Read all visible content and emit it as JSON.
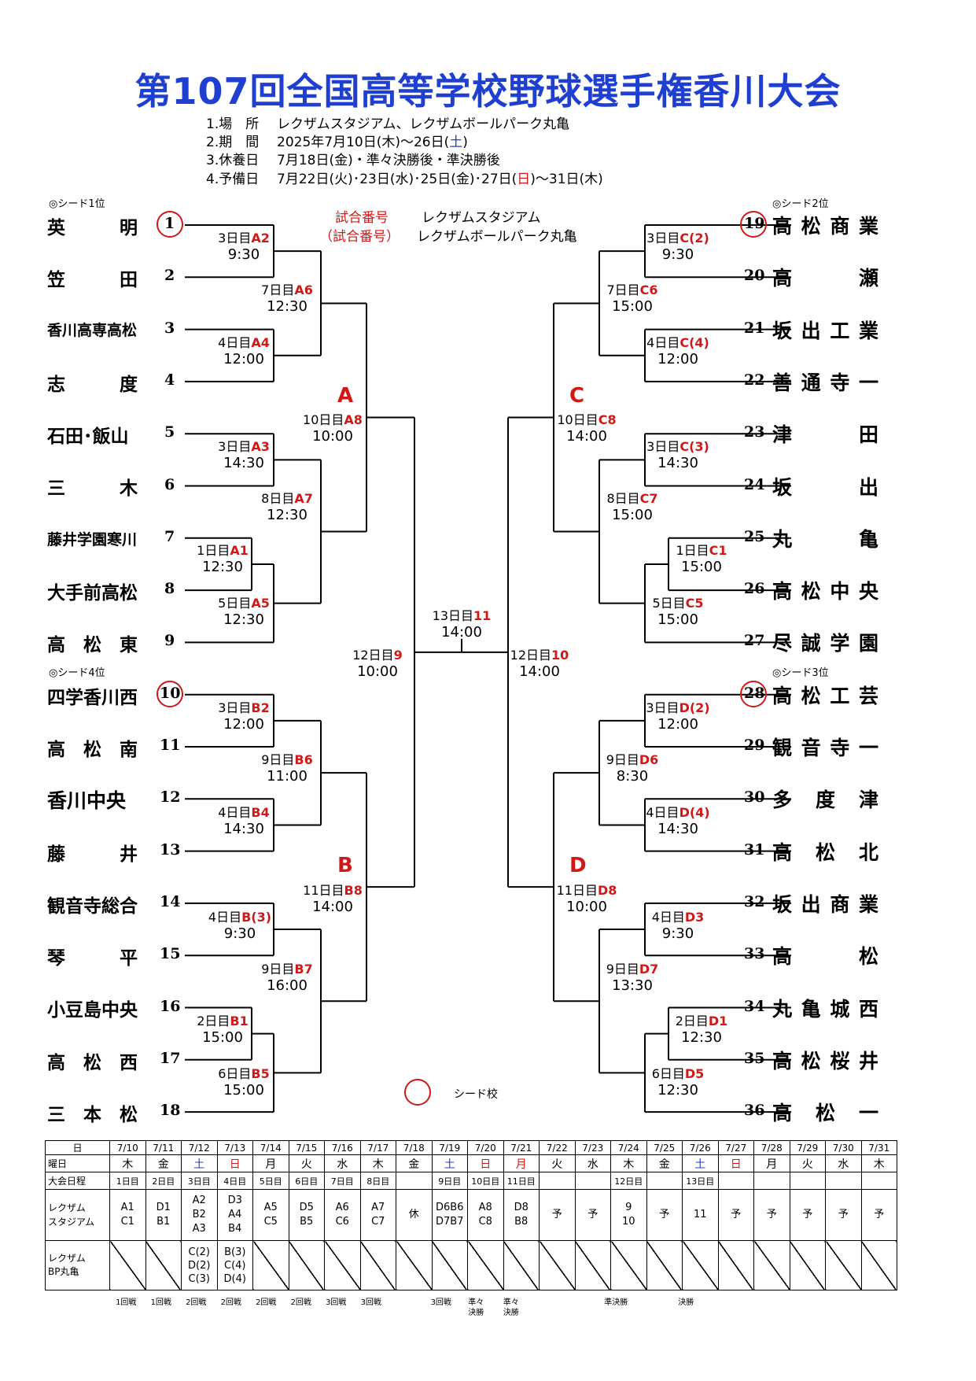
{
  "title": "第107回全国高等学校野球選手権香川大会",
  "info": [
    {
      "k": "1.場　所",
      "v": "レクザムスタジアム、レクザムボールパーク丸亀"
    },
    {
      "k": "2.期　間",
      "v": "2025年7月10日(木)～26日(",
      "sat": "土",
      "end": ")"
    },
    {
      "k": "3.休養日",
      "v": "7月18日(金)・準々決勝後・準決勝後"
    },
    {
      "k": "4.予備日",
      "v": "7月22日(火)･23日(水)･25日(金)･27日(",
      "sun": "日",
      "end": ")～31日(木)"
    }
  ],
  "venue_legend": {
    "main_label": "試合番号",
    "main": "レクザムスタジアム",
    "bp_label": "（試合番号）",
    "bp": "レクザムボールパーク丸亀"
  },
  "seeds": {
    "s1": "◎シード1位",
    "s2": "◎シード2位",
    "s3": "◎シード3位",
    "s4": "◎シード4位"
  },
  "legend_seed": "シード校",
  "blocks": {
    "a": "A",
    "b": "B",
    "c": "C",
    "d": "D"
  },
  "left_teams": [
    {
      "num": "1",
      "name": "英　　　明"
    },
    {
      "num": "2",
      "name": "笠　　　田"
    },
    {
      "num": "3",
      "name": "香川高専高松"
    },
    {
      "num": "4",
      "name": "志　　　度"
    },
    {
      "num": "5",
      "name": "石田･飯山"
    },
    {
      "num": "6",
      "name": "三　　　木"
    },
    {
      "num": "7",
      "name": "藤井学園寒川"
    },
    {
      "num": "8",
      "name": "大手前高松"
    },
    {
      "num": "9",
      "name": "高　松　東"
    },
    {
      "num": "10",
      "name": "四学香川西"
    },
    {
      "num": "11",
      "name": "高　松　南"
    },
    {
      "num": "12",
      "name": "香川中央"
    },
    {
      "num": "13",
      "name": "藤　　　井"
    },
    {
      "num": "14",
      "name": "観音寺総合"
    },
    {
      "num": "15",
      "name": "琴　　　平"
    },
    {
      "num": "16",
      "name": "小豆島中央"
    },
    {
      "num": "17",
      "name": "高　松　西"
    },
    {
      "num": "18",
      "name": "三　本　松"
    }
  ],
  "right_teams": [
    {
      "num": "19",
      "name": "高松商業"
    },
    {
      "num": "20",
      "name": "高　　　瀬"
    },
    {
      "num": "21",
      "name": "坂出工業"
    },
    {
      "num": "22",
      "name": "善通寺一"
    },
    {
      "num": "23",
      "name": "津　　　田"
    },
    {
      "num": "24",
      "name": "坂　　　出"
    },
    {
      "num": "25",
      "name": "丸　　　亀"
    },
    {
      "num": "26",
      "name": "高松中央"
    },
    {
      "num": "27",
      "name": "尽誠学園"
    },
    {
      "num": "28",
      "name": "高松工芸"
    },
    {
      "num": "29",
      "name": "観音寺一"
    },
    {
      "num": "30",
      "name": "多　度　津"
    },
    {
      "num": "31",
      "name": "高　松　北"
    },
    {
      "num": "32",
      "name": "坂出商業"
    },
    {
      "num": "33",
      "name": "高　　　松"
    },
    {
      "num": "34",
      "name": "丸亀城西"
    },
    {
      "num": "35",
      "name": "高松桜井"
    },
    {
      "num": "36",
      "name": "高　松　一"
    }
  ],
  "matches": [
    {
      "day": "3日目",
      "code": "A2",
      "time": "9:30"
    },
    {
      "day": "4日目",
      "code": "A4",
      "time": "12:00"
    },
    {
      "day": "7日目",
      "code": "A6",
      "time": "12:30"
    },
    {
      "day": "3日目",
      "code": "A3",
      "time": "14:30"
    },
    {
      "day": "1日目",
      "code": "A1",
      "time": "12:30"
    },
    {
      "day": "5日目",
      "code": "A5",
      "time": "12:30"
    },
    {
      "day": "8日目",
      "code": "A7",
      "time": "12:30"
    },
    {
      "day": "10日目",
      "code": "A8",
      "time": "10:00"
    },
    {
      "day": "3日目",
      "code": "B2",
      "time": "12:00"
    },
    {
      "day": "4日目",
      "code": "B4",
      "time": "14:30"
    },
    {
      "day": "9日目",
      "code": "B6",
      "time": "11:00"
    },
    {
      "day": "4日目",
      "code": "B(3)",
      "time": "9:30"
    },
    {
      "day": "2日目",
      "code": "B1",
      "time": "15:00"
    },
    {
      "day": "6日目",
      "code": "B5",
      "time": "15:00"
    },
    {
      "day": "9日目",
      "code": "B7",
      "time": "16:00"
    },
    {
      "day": "11日目",
      "code": "B8",
      "time": "14:00"
    },
    {
      "day": "12日目",
      "code": "9",
      "time": "10:00"
    },
    {
      "day": "13日目",
      "code": "11",
      "time": "14:00"
    },
    {
      "day": "12日目",
      "code": "10",
      "time": "14:00"
    },
    {
      "day": "3日目",
      "code": "C(2)",
      "time": "9:30"
    },
    {
      "day": "4日目",
      "code": "C(4)",
      "time": "12:00"
    },
    {
      "day": "7日目",
      "code": "C6",
      "time": "15:00"
    },
    {
      "day": "3日目",
      "code": "C(3)",
      "time": "14:30"
    },
    {
      "day": "1日目",
      "code": "C1",
      "time": "15:00"
    },
    {
      "day": "5日目",
      "code": "C5",
      "time": "15:00"
    },
    {
      "day": "8日目",
      "code": "C7",
      "time": "15:00"
    },
    {
      "day": "10日目",
      "code": "C8",
      "time": "14:00"
    },
    {
      "day": "3日目",
      "code": "D(2)",
      "time": "12:00"
    },
    {
      "day": "4日目",
      "code": "D(4)",
      "time": "14:30"
    },
    {
      "day": "9日目",
      "code": "D6",
      "time": "8:30"
    },
    {
      "day": "4日目",
      "code": "D3",
      "time": "9:30"
    },
    {
      "day": "2日目",
      "code": "D1",
      "time": "12:30"
    },
    {
      "day": "6日目",
      "code": "D5",
      "time": "12:30"
    },
    {
      "day": "9日目",
      "code": "D7",
      "time": "13:30"
    },
    {
      "day": "11日目",
      "code": "D8",
      "time": "10:00"
    }
  ],
  "schedule": {
    "row_labels": [
      "日",
      "曜日",
      "大会日程",
      "レクザム\nスタジアム",
      "レクザム\nBP丸亀"
    ],
    "columns": [
      {
        "date": "7/10",
        "dow": "木",
        "dowc": "k",
        "day": "1日目",
        "main": "A1\nC1",
        "bp": "/",
        "round": "1回戦"
      },
      {
        "date": "7/11",
        "dow": "金",
        "dowc": "k",
        "day": "2日目",
        "main": "D1\nB1",
        "bp": "/",
        "round": "1回戦"
      },
      {
        "date": "7/12",
        "dow": "土",
        "dowc": "b",
        "day": "3日目",
        "main": "A2\nB2\nA3",
        "bp": "C(2)\nD(2)\nC(3)",
        "round": "2回戦"
      },
      {
        "date": "7/13",
        "dow": "日",
        "dowc": "r",
        "day": "4日目",
        "main": "D3\nA4\nB4",
        "bp": "B(3)\nC(4)\nD(4)",
        "round": "2回戦"
      },
      {
        "date": "7/14",
        "dow": "月",
        "dowc": "k",
        "day": "5日目",
        "main": "A5\nC5",
        "bp": "/",
        "round": "2回戦"
      },
      {
        "date": "7/15",
        "dow": "火",
        "dowc": "k",
        "day": "6日目",
        "main": "D5\nB5",
        "bp": "/",
        "round": "2回戦"
      },
      {
        "date": "7/16",
        "dow": "水",
        "dowc": "k",
        "day": "7日目",
        "main": "A6\nC6",
        "bp": "/",
        "round": "3回戦"
      },
      {
        "date": "7/17",
        "dow": "木",
        "dowc": "k",
        "day": "8日目",
        "main": "A7\nC7",
        "bp": "/",
        "round": "3回戦"
      },
      {
        "date": "7/18",
        "dow": "金",
        "dowc": "k",
        "day": "",
        "main": "休",
        "bp": "/",
        "round": ""
      },
      {
        "date": "7/19",
        "dow": "土",
        "dowc": "b",
        "day": "9日目",
        "main": "D6B6\nD7B7",
        "bp": "/",
        "round": "3回戦"
      },
      {
        "date": "7/20",
        "dow": "日",
        "dowc": "r",
        "day": "10日目",
        "main": "A8\nC8",
        "bp": "/",
        "round": "準々\n決勝"
      },
      {
        "date": "7/21",
        "dow": "月",
        "dowc": "r",
        "day": "11日目",
        "main": "D8\nB8",
        "bp": "/",
        "round": "準々\n決勝"
      },
      {
        "date": "7/22",
        "dow": "火",
        "dowc": "k",
        "day": "",
        "main": "予",
        "bp": "/",
        "round": ""
      },
      {
        "date": "7/23",
        "dow": "水",
        "dowc": "k",
        "day": "",
        "main": "予",
        "bp": "/",
        "round": ""
      },
      {
        "date": "7/24",
        "dow": "木",
        "dowc": "k",
        "day": "12日目",
        "main": "9\n10",
        "bp": "/",
        "round": "準決勝"
      },
      {
        "date": "7/25",
        "dow": "金",
        "dowc": "k",
        "day": "",
        "main": "予",
        "bp": "/",
        "round": ""
      },
      {
        "date": "7/26",
        "dow": "土",
        "dowc": "b",
        "day": "13日目",
        "main": "11",
        "bp": "/",
        "round": "決勝"
      },
      {
        "date": "7/27",
        "dow": "日",
        "dowc": "r",
        "day": "",
        "main": "予",
        "bp": "/",
        "round": ""
      },
      {
        "date": "7/28",
        "dow": "月",
        "dowc": "k",
        "day": "",
        "main": "予",
        "bp": "/",
        "round": ""
      },
      {
        "date": "7/29",
        "dow": "火",
        "dowc": "k",
        "day": "",
        "main": "予",
        "bp": "/",
        "round": ""
      },
      {
        "date": "7/30",
        "dow": "水",
        "dowc": "k",
        "day": "",
        "main": "予",
        "bp": "/",
        "round": ""
      },
      {
        "date": "7/31",
        "dow": "木",
        "dowc": "k",
        "day": "",
        "main": "予",
        "bp": "/",
        "round": ""
      }
    ]
  },
  "colors": {
    "title": "#1f3fd1",
    "red": "#d01818",
    "blue": "#1f3fd1"
  }
}
